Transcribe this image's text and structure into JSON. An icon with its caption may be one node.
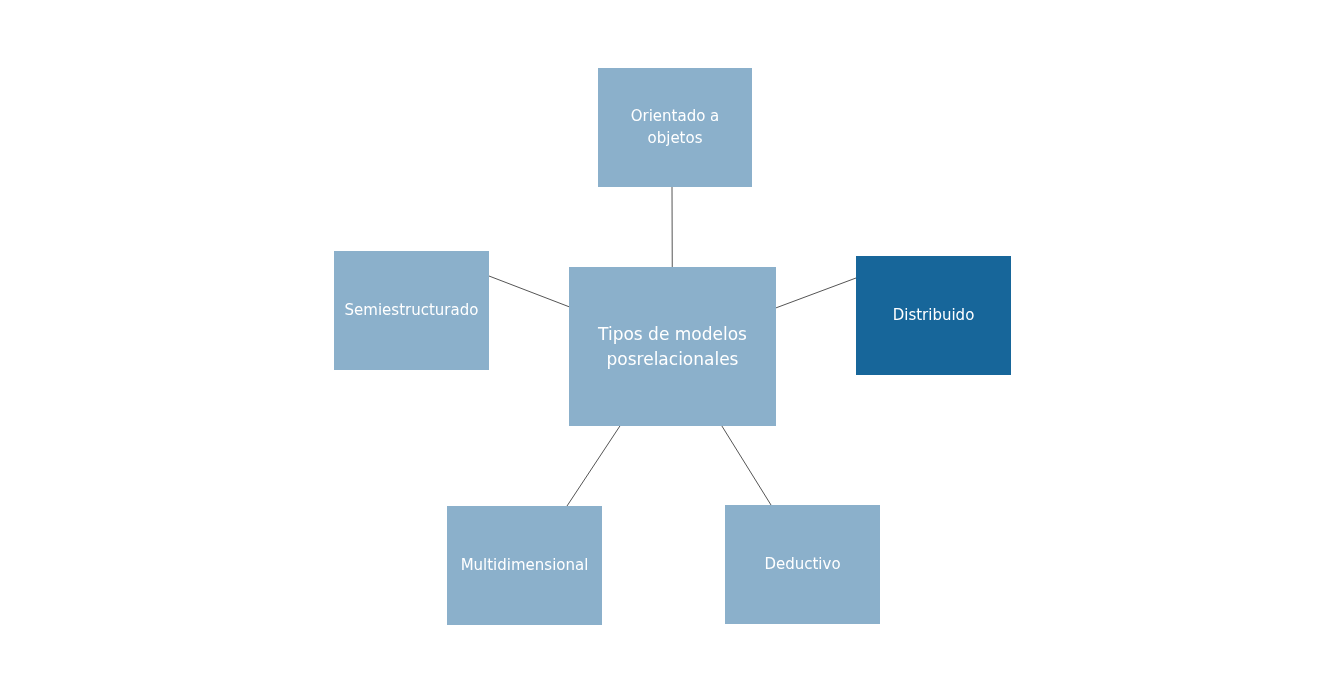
{
  "diagram": {
    "nodes": [
      {
        "text": [
          "Tipos de modelos posrelacionales"
        ]
      },
      {
        "text": [
          "Orientado a objetos"
        ]
      },
      {
        "text": [
          "Semiestructurado"
        ]
      },
      {
        "text": [
          "Distribuido"
        ]
      },
      {
        "text": [
          "Multidimensional"
        ]
      },
      {
        "text": [
          "Deductivo"
        ]
      }
    ],
    "edges": [
      {
        "from": 0,
        "to": 1,
        "arrow": "none"
      },
      {
        "from": 0,
        "to": 2,
        "arrow": "none"
      },
      {
        "from": 0,
        "to": 3,
        "arrow": "none"
      },
      {
        "from": 0,
        "to": 4,
        "arrow": "none"
      },
      {
        "from": 0,
        "to": 5,
        "arrow": "none"
      }
    ]
  }
}
